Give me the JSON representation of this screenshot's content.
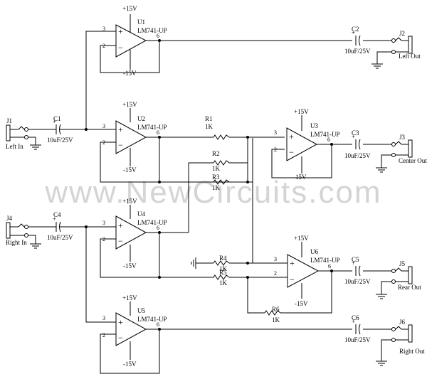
{
  "watermark": "www.NewCircuits.com",
  "opamps": [
    {
      "ref": "U1",
      "part": "LM741-UP",
      "vpos": "+15V",
      "vneg": "-15V",
      "pin_noninv": "3",
      "pin_inv": "2",
      "pin_out": "6"
    },
    {
      "ref": "U2",
      "part": "LM741-UP",
      "vpos": "+15V",
      "vneg": "-15V",
      "pin_noninv": "3",
      "pin_inv": "2",
      "pin_out": "6"
    },
    {
      "ref": "U3",
      "part": "LM741-UP",
      "vpos": "+15V",
      "vneg": "-15V",
      "pin_noninv": "3",
      "pin_inv": "2",
      "pin_out": "6"
    },
    {
      "ref": "U4",
      "part": "LM741-UP",
      "vpos": "+15V",
      "vneg": "-15V",
      "pin_noninv": "3",
      "pin_inv": "2",
      "pin_out": "6"
    },
    {
      "ref": "U5",
      "part": "LM741-UP",
      "vpos": "+15V",
      "vneg": "-15V",
      "pin_noninv": "3",
      "pin_inv": "2",
      "pin_out": "6"
    },
    {
      "ref": "U6",
      "part": "LM741-UP",
      "vpos": "+15V",
      "vneg": "-15V",
      "pin_noninv": "3",
      "pin_inv": "2",
      "pin_out": "6"
    }
  ],
  "resistors": [
    {
      "ref": "R1",
      "value": "1K"
    },
    {
      "ref": "R2",
      "value": "1K"
    },
    {
      "ref": "R3",
      "value": "1K"
    },
    {
      "ref": "R4",
      "value": "1K"
    },
    {
      "ref": "R5",
      "value": "1K"
    },
    {
      "ref": "R6",
      "value": "1K"
    }
  ],
  "capacitors": [
    {
      "ref": "C1",
      "value": "10uF/25V"
    },
    {
      "ref": "C2",
      "value": "10uF/25V"
    },
    {
      "ref": "C3",
      "value": "10uF/25V"
    },
    {
      "ref": "C4",
      "value": "10uF/25V"
    },
    {
      "ref": "C5",
      "value": "10uF/25V"
    },
    {
      "ref": "C6",
      "value": "10uF/25V"
    }
  ],
  "jacks": [
    {
      "ref": "J1",
      "label": "Left In"
    },
    {
      "ref": "J2",
      "label": "Left Out"
    },
    {
      "ref": "J3",
      "label": "Center Out"
    },
    {
      "ref": "J4",
      "label": "Right In"
    },
    {
      "ref": "J5",
      "label": "Rear Out"
    },
    {
      "ref": "J6",
      "label": "Right Out"
    }
  ],
  "plus_sign": "+",
  "minus_sign": "−"
}
